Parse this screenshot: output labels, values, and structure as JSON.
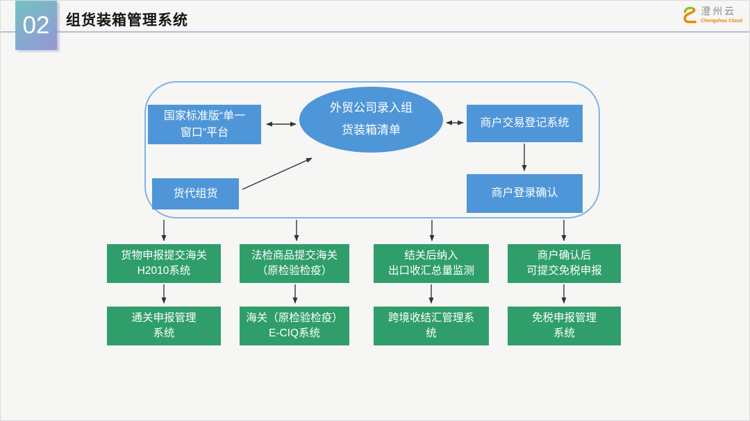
{
  "colors": {
    "bg": "#f6f6f5",
    "accent_line": "#b4badb",
    "badge_from": "#73c3c3",
    "badge_to": "#9596d5",
    "node_blue": "#4f96d8",
    "node_green": "#2f9e6a",
    "container_border": "#7fb2e5",
    "arrow": "#333333",
    "logo_orange": "#f08300",
    "logo_green": "#8dc21f"
  },
  "header": {
    "section_number": "02",
    "title": "组货装箱管理系统",
    "logo": {
      "name": "澄州云",
      "subtitle": "Chengzhou Cloud"
    }
  },
  "diagram": {
    "single_window": {
      "lines": [
        "国家标准版“单一",
        "窗口”平台"
      ]
    },
    "trade_entry": {
      "lines": [
        "外贸公司录入组",
        "货装箱清单"
      ]
    },
    "merchant_registration": {
      "label": "商户交易登记系统"
    },
    "freight_grouping": {
      "label": "货代组货"
    },
    "merchant_login": {
      "label": "商户登录确认"
    },
    "columns": [
      {
        "top": {
          "lines": [
            "货物申报提交海关",
            "H2010系统"
          ]
        },
        "bottom": {
          "lines": [
            "通关申报管理",
            "系统"
          ]
        }
      },
      {
        "top": {
          "lines": [
            "法检商品提交海关",
            "（原检验检疫）"
          ]
        },
        "bottom": {
          "lines": [
            "海关（原检验检疫）",
            "E-CIQ系统"
          ]
        }
      },
      {
        "top": {
          "lines": [
            "结关后纳入",
            "出口收汇总量监测"
          ]
        },
        "bottom": {
          "lines": [
            "跨境收结汇管理系",
            "统"
          ]
        }
      },
      {
        "top": {
          "lines": [
            "商户确认后",
            "可提交免税申报"
          ]
        },
        "bottom": {
          "lines": [
            "免税申报管理",
            "系统"
          ]
        }
      }
    ]
  }
}
